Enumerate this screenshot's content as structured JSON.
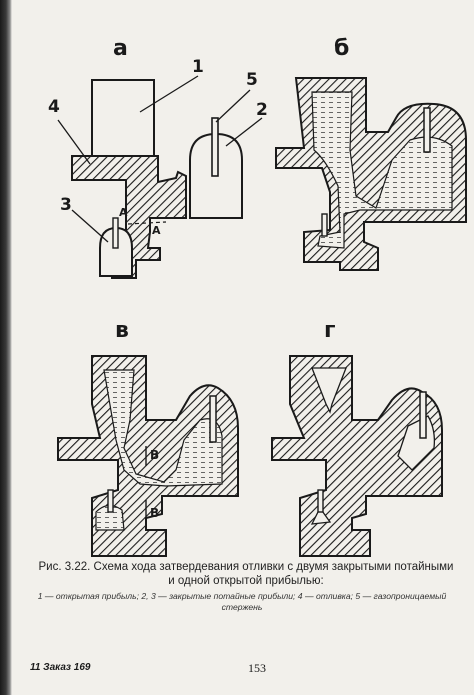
{
  "figure": {
    "panels": [
      {
        "letter": "а"
      },
      {
        "letter": "б"
      },
      {
        "letter": "в"
      },
      {
        "letter": "г"
      }
    ],
    "callouts": {
      "n1": "1",
      "n2": "2",
      "n3": "3",
      "n4": "4",
      "n5": "5",
      "sectionA1": "A",
      "sectionA2": "A",
      "sectionB1": "B",
      "sectionB2": "B"
    }
  },
  "caption": {
    "text": "Рис. 3.22. Схема хода затвердевания отливки с двумя закрытыми потайными и одной открытой прибылью:",
    "legend": "1 — открытая прибыль; 2, 3 — закрытые потайные прибыли; 4 — отливка; 5 — газопроницаемый стержень"
  },
  "footer": {
    "order": "11 Заказ 169",
    "page_number": "153"
  },
  "colors": {
    "ink": "#1a1a1a",
    "paper": "#f2f0eb"
  }
}
